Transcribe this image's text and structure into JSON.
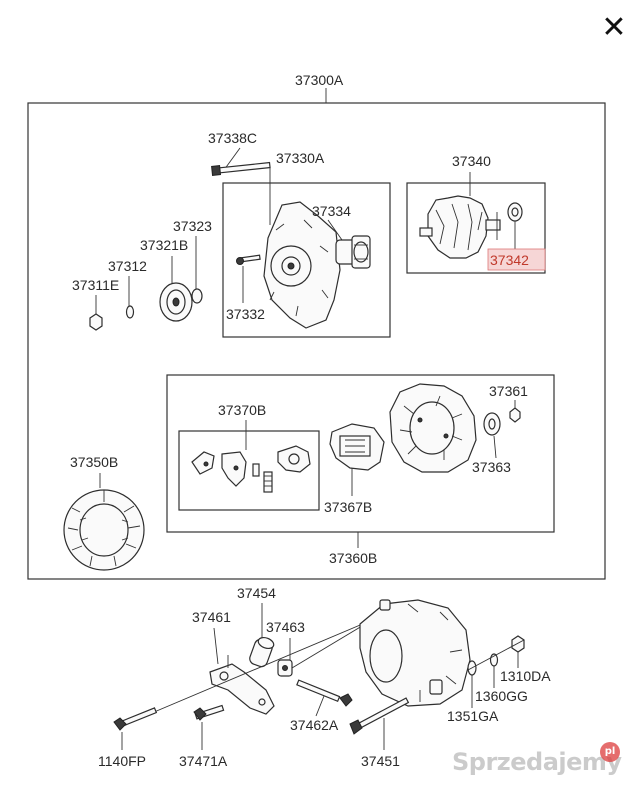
{
  "window": {
    "close_glyph": "✕"
  },
  "labels": {
    "assembly": "37300A",
    "bolt_37338C": "37338C",
    "front_housing_37330A": "37330A",
    "bearing_37334": "37334",
    "screw_37332": "37332",
    "rotor_37340": "37340",
    "bearing_37342": "37342",
    "nut_37323": "37323",
    "pulley_37321B": "37321B",
    "washer_37312": "37312",
    "nut_37311E": "37311E",
    "stator_37350B": "37350B",
    "brush_holder_37370B": "37370B",
    "regulator_37367B": "37367B",
    "rear_housing_37361": "37361",
    "cover_37363": "37363",
    "rear_bracket_37360B": "37360B",
    "sleeve_37454": "37454",
    "bracket_37461": "37461",
    "bushing_37463": "37463",
    "bolt_37462A": "37462A",
    "bolt_37451": "37451",
    "bolt_37471A": "37471A",
    "bolt_1140FP": "1140FP",
    "nut_1310DA": "1310DA",
    "washer_1360GG": "1360GG",
    "washer_1351GA": "1351GA"
  },
  "highlight_color": "#f6d6d6",
  "watermark": {
    "text": "Sprzedajemy",
    "badge": "pl"
  }
}
